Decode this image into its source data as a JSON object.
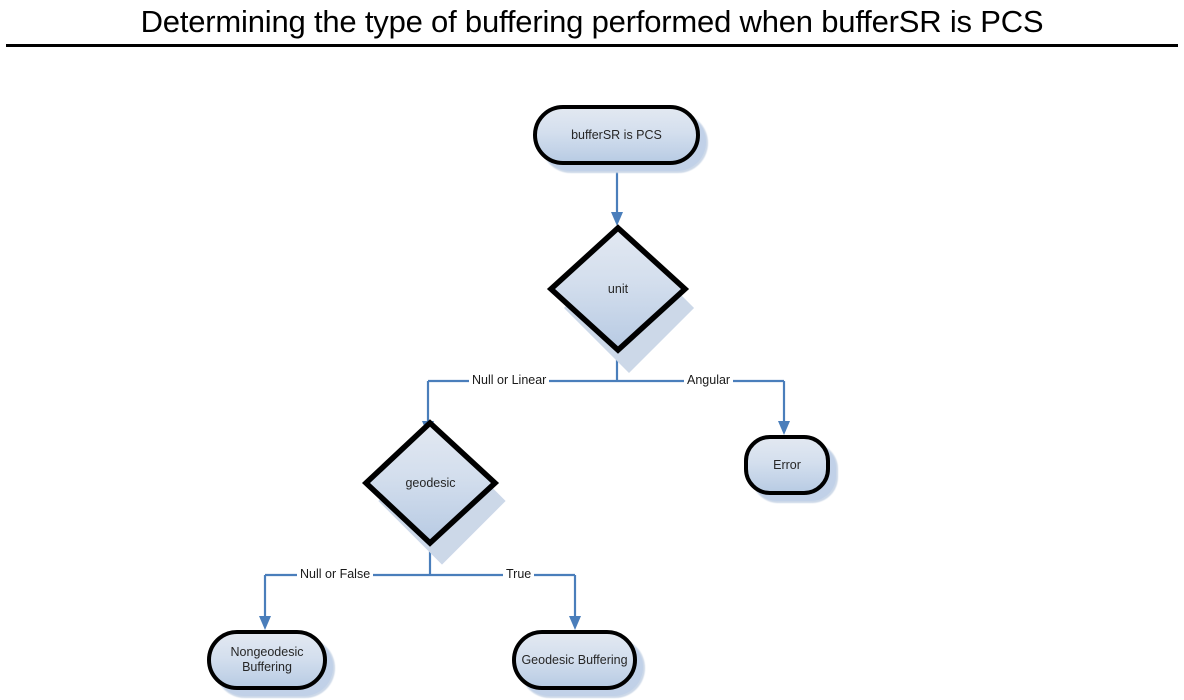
{
  "title": "Determining the type of buffering performed when bufferSR is PCS",
  "diagram": {
    "type": "flowchart",
    "nodes": {
      "start": {
        "id": "start",
        "label": "bufferSR is PCS",
        "shape": "rounded-rect"
      },
      "unit": {
        "id": "unit",
        "label": "unit",
        "shape": "diamond"
      },
      "geodesic": {
        "id": "geodesic",
        "label": "geodesic",
        "shape": "diamond"
      },
      "error": {
        "id": "error",
        "label": "Error",
        "shape": "rounded-rect"
      },
      "nongeodesic_buffering": {
        "id": "nongeodesic_buffering",
        "label": "Nongeodesic\nBuffering",
        "line1": "Nongeodesic",
        "line2": "Buffering",
        "shape": "rounded-rect"
      },
      "geodesic_buffering": {
        "id": "geodesic_buffering",
        "label": "Geodesic Buffering",
        "shape": "rounded-rect"
      }
    },
    "edges": [
      {
        "from": "start",
        "to": "unit",
        "label": ""
      },
      {
        "from": "unit",
        "to": "geodesic",
        "label": "Null or Linear"
      },
      {
        "from": "unit",
        "to": "error",
        "label": "Angular"
      },
      {
        "from": "geodesic",
        "to": "nongeodesic_buffering",
        "label": "Null or False"
      },
      {
        "from": "geodesic",
        "to": "geodesic_buffering",
        "label": "True"
      }
    ],
    "edge_labels": {
      "null_or_linear": "Null or Linear",
      "angular": "Angular",
      "null_or_false": "Null or False",
      "true": "True"
    },
    "colors": {
      "connector": "#4a7ebb",
      "arrowhead": "#4a7ebb",
      "node_border": "#000000",
      "node_fill_top": "#e2e8f1",
      "node_fill_bottom": "#b9cce4",
      "node_shadow": "#ccd8e8",
      "text": "#262626",
      "title_text": "#000000",
      "background": "#ffffff"
    }
  }
}
